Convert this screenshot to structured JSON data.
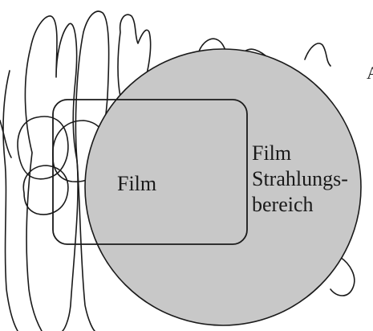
{
  "labels": {
    "film_inner": "Film",
    "film_side": "Film",
    "strahlung": "Strahlungs-",
    "bereich": "bereich",
    "corner_fragment": "A"
  },
  "colors": {
    "beam_fill": "#c8c8c8",
    "outline": "#1a1a1a",
    "background": "#ffffff"
  }
}
